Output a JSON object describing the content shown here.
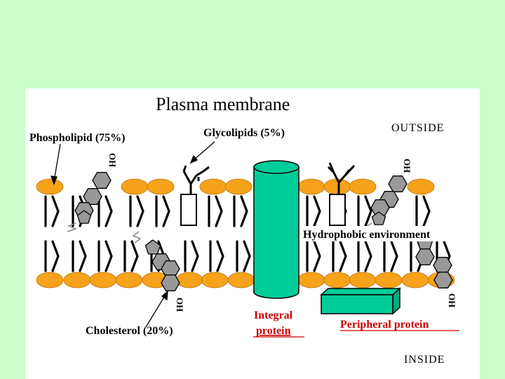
{
  "title": "Plasma membrane",
  "labels": {
    "outside": "OUTSIDE",
    "inside": "INSIDE",
    "phospholipid": "Phospholipid (75%)",
    "glycolipids": "Glycolipids (5%)",
    "cholesterol": "Cholesterol (20%)",
    "hydrophobic": "Hydrophobic environment",
    "integral_line1": "Integral",
    "integral_line2": "protein",
    "peripheral": "Peripheral protein",
    "oh": "OH"
  },
  "colors": {
    "background": "#ccffcc",
    "panel": "#ffffff",
    "lipid_head": "#f7a21b",
    "protein": "#00cc99",
    "cholesterol_ring": "#999999",
    "protein_label": "#cc0000"
  }
}
